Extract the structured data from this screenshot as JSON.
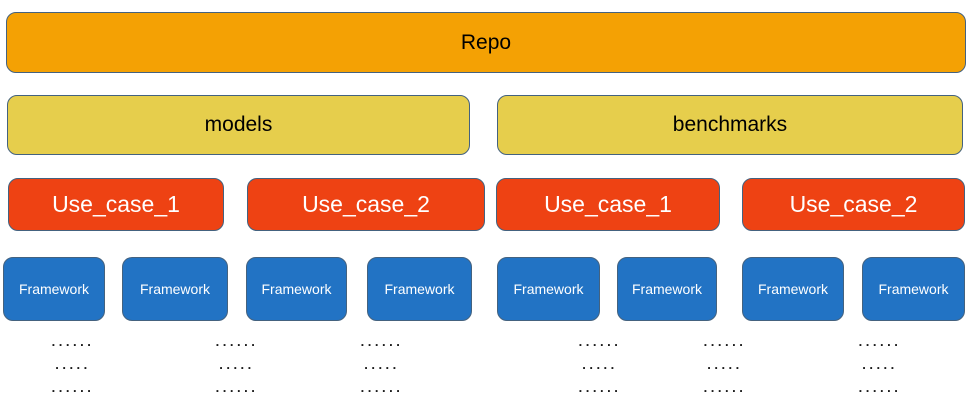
{
  "colors": {
    "orange": "#F4A104",
    "yellow": "#E6CE4C",
    "red": "#EE4213",
    "blue": "#2273C4",
    "border": "#44627F",
    "text-dark": "#000000",
    "text-light": "#FFFFFF"
  },
  "repo": {
    "label": "Repo"
  },
  "categories": [
    {
      "label": "models"
    },
    {
      "label": "benchmarks"
    }
  ],
  "use_cases": [
    {
      "label": "Use_case_1",
      "parent": "models"
    },
    {
      "label": "Use_case_2",
      "parent": "models"
    },
    {
      "label": "Use_case_1",
      "parent": "benchmarks"
    },
    {
      "label": "Use_case_2",
      "parent": "benchmarks"
    }
  ],
  "frameworks": [
    {
      "label": "Framework"
    },
    {
      "label": "Framework"
    },
    {
      "label": "Framework"
    },
    {
      "label": "Framework"
    },
    {
      "label": "Framework"
    },
    {
      "label": "Framework"
    },
    {
      "label": "Framework"
    },
    {
      "label": "Framework"
    }
  ],
  "ellipsis_columns": [
    {
      "lines": [
        "......",
        ".....",
        "......"
      ]
    },
    {
      "lines": [
        "......",
        ".....",
        "......"
      ]
    },
    {
      "lines": [
        "......",
        ".....",
        "......"
      ]
    },
    {
      "lines": [
        "......",
        ".....",
        "......"
      ]
    },
    {
      "lines": [
        "......",
        ".....",
        "......"
      ]
    },
    {
      "lines": [
        "......",
        ".....",
        "......"
      ]
    }
  ]
}
